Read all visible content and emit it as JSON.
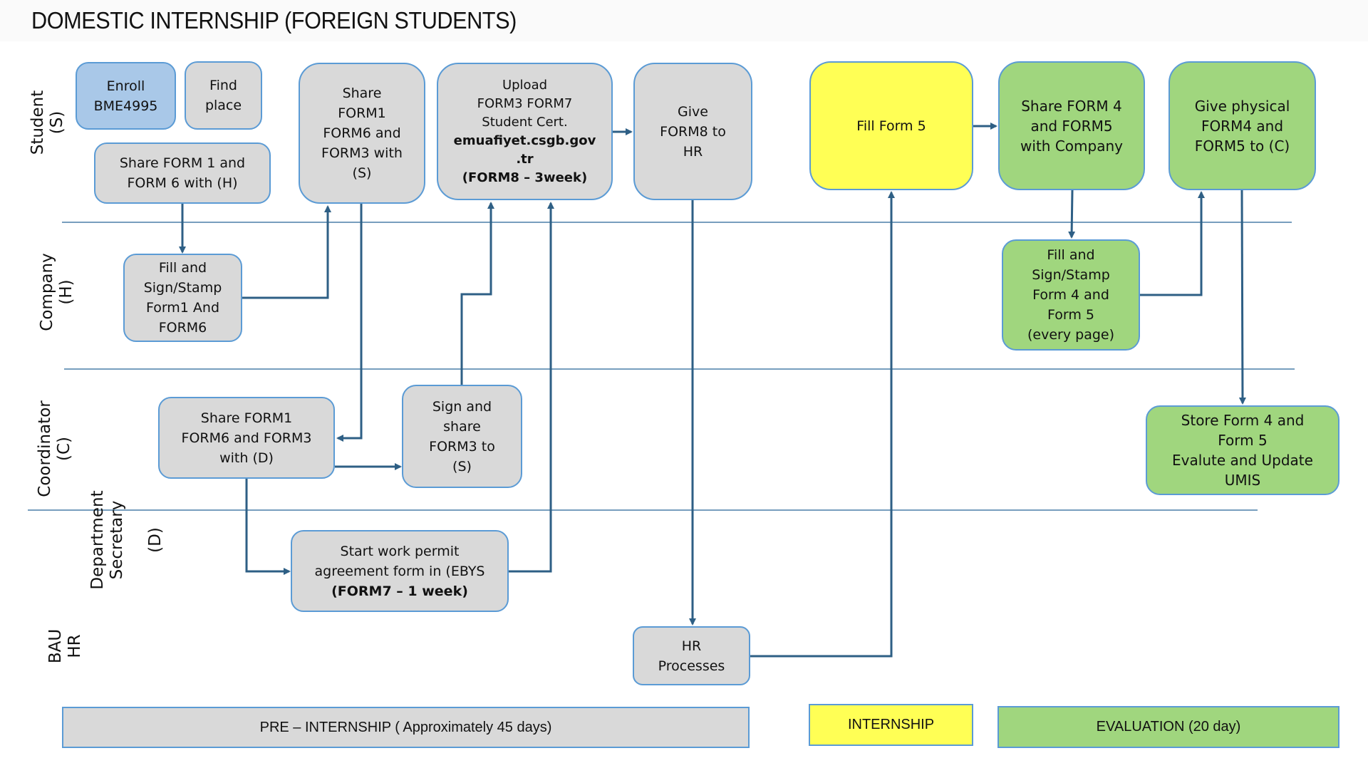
{
  "title": "DOMESTIC INTERNSHIP (FOREIGN STUDENTS)",
  "lanes": [
    {
      "id": "student",
      "name": "Student",
      "code": "(S)"
    },
    {
      "id": "company",
      "name": "Company",
      "code": "(H)"
    },
    {
      "id": "coordinator",
      "name": "Coordinator",
      "code": "(C)"
    },
    {
      "id": "secretary",
      "name": "Department\nSecretary",
      "code": "(D)"
    },
    {
      "id": "hr",
      "name": "BAU",
      "code": "HR"
    }
  ],
  "steps": {
    "enroll": "Enroll\nBME4995",
    "find_place": "Find\nplace",
    "share_form1_form6_h": "Share FORM 1 and\nFORM 6 with (H)",
    "share_forms_s": "Share\nFORM1\nFORM6 and\nFORM3 with\n(S)",
    "upload_lines": [
      "Upload",
      "FORM3 FORM7",
      "Student Cert."
    ],
    "upload_url": "emuafiyet.csgb.gov\n.tr",
    "upload_note": "(FORM8 – 3week)",
    "give_form8": "Give\nFORM8 to\nHR",
    "fill_form5": "Fill Form 5",
    "share_form4_form5": "Share FORM 4\nand FORM5\nwith Company",
    "give_physical": "Give physical\nFORM4 and\nFORM5 to (C)",
    "company_sign_form1": "Fill and\nSign/Stamp\nForm1 And\nFORM6",
    "company_sign_form4": "Fill and\nSign/Stamp\nForm 4 and\nForm 5\n(every page)",
    "coord_share_d": "Share FORM1\nFORM6 and FORM3\nwith (D)",
    "coord_sign_share": "Sign and\nshare\nFORM3 to\n(S)",
    "coord_store": "Store Form 4 and\nForm 5\nEvalute and Update\nUMIS",
    "secretary_start": "Start work permit\nagreement form in (EBYS",
    "secretary_note": "(FORM7 – 1 week)",
    "hr_processes": "HR\nProcesses"
  },
  "phases": [
    {
      "label": "PRE – INTERNSHIP ( Approximately 45 days)",
      "color": "#d9d9d9"
    },
    {
      "label": "INTERNSHIP",
      "color": "#ffff55"
    },
    {
      "label": "EVALUATION (20 day)",
      "color": "#a0d67e"
    }
  ],
  "colors": {
    "box_border": "#5b9bd5",
    "grey": "#d9d9d9",
    "blue": "#a9c8e8",
    "green": "#a0d67e",
    "yellow": "#ffff55",
    "connector": "#2e5f85",
    "lane_line": "#4a7fa8"
  }
}
